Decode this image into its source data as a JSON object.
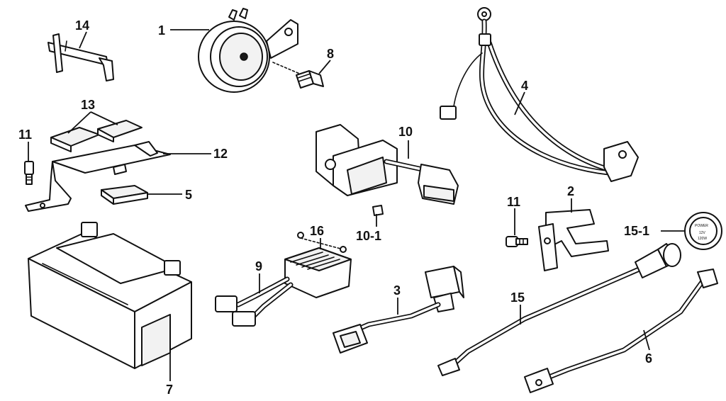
{
  "diagram": {
    "callouts": {
      "c1": "1",
      "c2": "2",
      "c3": "3",
      "c4": "4",
      "c5": "5",
      "c6": "6",
      "c7": "7",
      "c8": "8",
      "c9": "9",
      "c10": "10",
      "c10_1": "10-1",
      "c11a": "11",
      "c11b": "11",
      "c12": "12",
      "c13": "13",
      "c14": "14",
      "c15": "15",
      "c15_1": "15-1",
      "c16": "16"
    },
    "socket_cap_text": {
      "top": "POWER",
      "mid": "12V",
      "bot": "120W"
    }
  }
}
